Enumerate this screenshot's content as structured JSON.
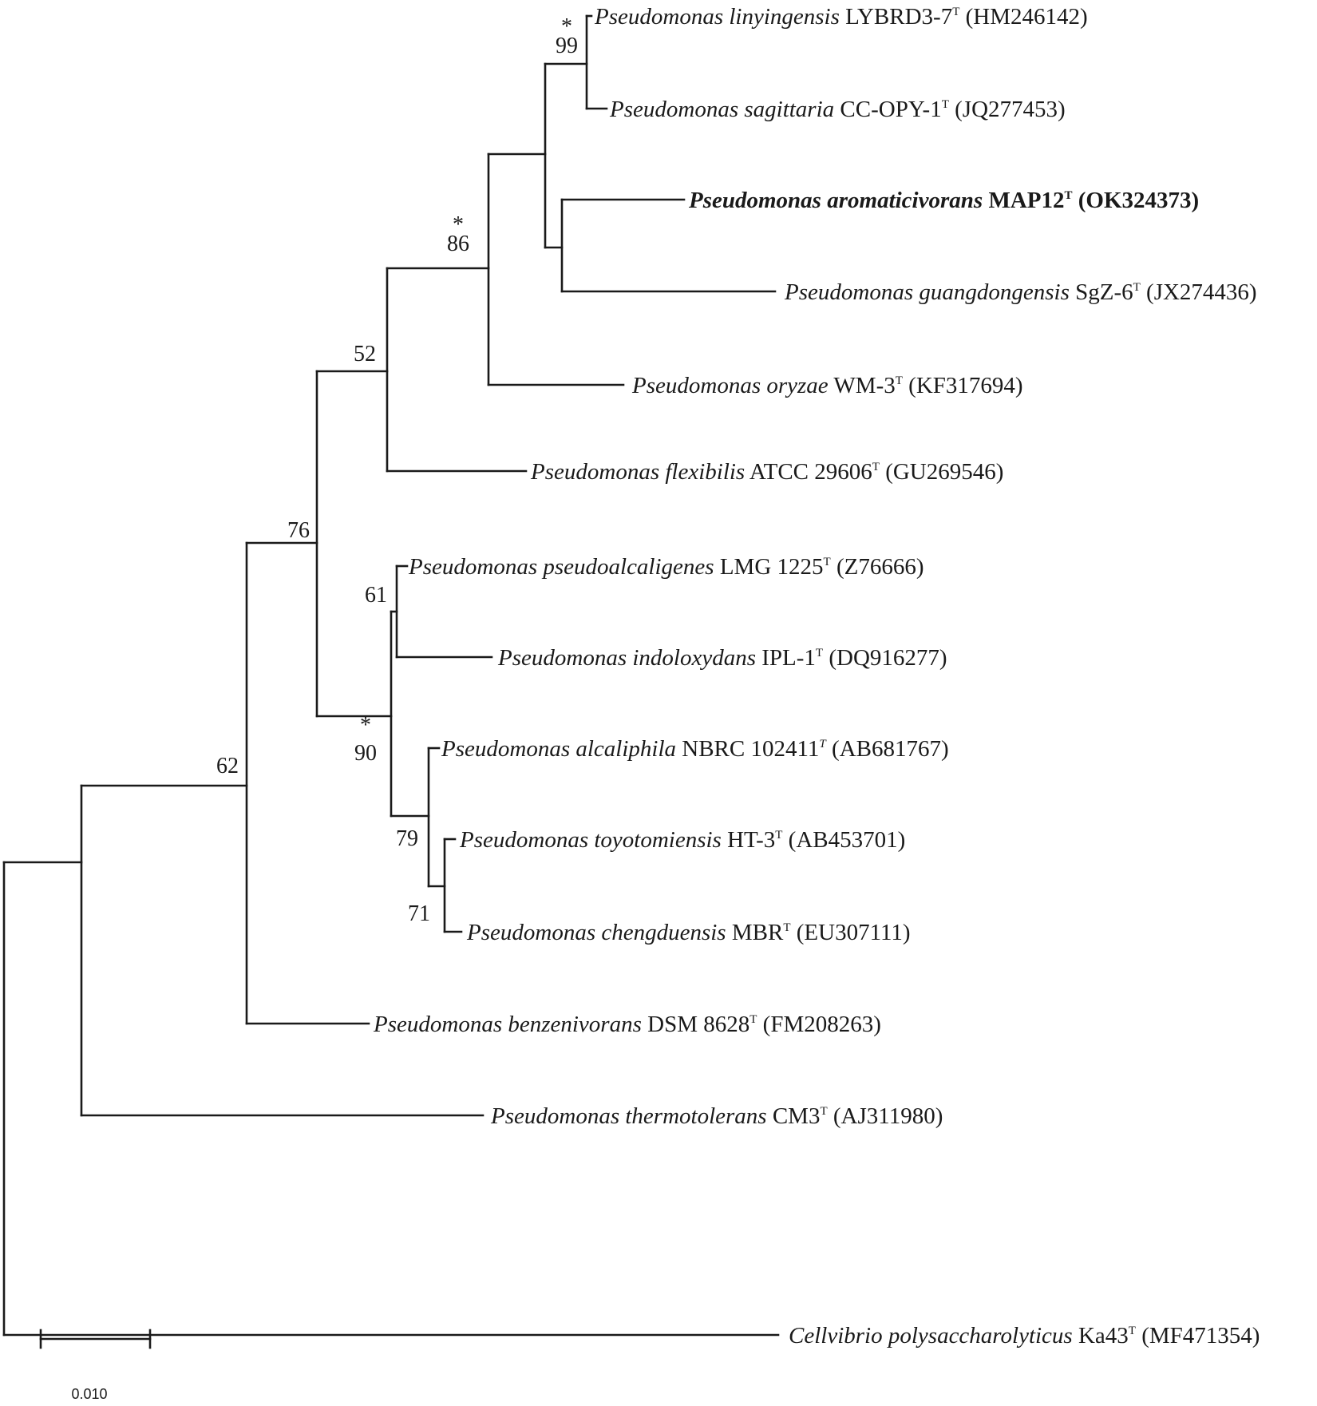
{
  "taxa": [
    {
      "genus": "Pseudomonas linyingensis",
      "strain": "LYBRD3-7",
      "sup": "T",
      "accession": "(HM246142)",
      "bold": false
    },
    {
      "genus": "Pseudomonas sagittaria",
      "strain": "CC-OPY-1",
      "sup": "T",
      "accession": "(JQ277453)",
      "bold": false
    },
    {
      "genus": "Pseudomonas aromaticivorans",
      "strain": "MAP12",
      "sup": "T",
      "accession": "(OK324373)",
      "bold": true
    },
    {
      "genus": "Pseudomonas guangdongensis",
      "strain": "SgZ-6",
      "sup": "T",
      "accession": "(JX274436)",
      "bold": false
    },
    {
      "genus": "Pseudomonas oryzae",
      "strain": "WM-3",
      "sup": "T",
      "accession": "(KF317694)",
      "bold": false
    },
    {
      "genus": "Pseudomonas flexibilis",
      "strain": "ATCC 29606",
      "sup": "T",
      "accession": "(GU269546)",
      "bold": false
    },
    {
      "genus": "Pseudomonas pseudoalcaligenes",
      "strain": "LMG 1225",
      "sup": "T",
      "accession": "(Z76666)",
      "bold": false
    },
    {
      "genus": "Pseudomonas indoloxydans",
      "strain": "IPL-1",
      "sup": "T",
      "accession": "(DQ916277)",
      "bold": false
    },
    {
      "genus": "Pseudomonas alcaliphila",
      "strain": "NBRC 102411",
      "sup": "T",
      "accession": "(AB681767)",
      "bold": false
    },
    {
      "genus": "Pseudomonas toyotomiensis",
      "strain": "HT-3",
      "sup": "T",
      "accession": "(AB453701)",
      "bold": false
    },
    {
      "genus": "Pseudomonas chengduensis",
      "strain": "MBR",
      "sup": "T",
      "accession": "(EU307111)",
      "bold": false
    },
    {
      "genus": "Pseudomonas benzenivorans",
      "strain": "DSM 8628",
      "sup": "T",
      "accession": "(FM208263)",
      "bold": false
    },
    {
      "genus": "Pseudomonas thermotolerans",
      "strain": "CM3",
      "sup": "T",
      "accession": "(AJ311980)",
      "bold": false
    },
    {
      "genus": "Cellvibrio polysaccharolyticus",
      "strain": "Ka43",
      "sup": "T",
      "accession": "(MF471354)",
      "bold": false
    }
  ],
  "bootstrap": [
    {
      "value": "99",
      "star": "*"
    },
    {
      "value": "86",
      "star": "*"
    },
    {
      "value": "52",
      "star": ""
    },
    {
      "value": "76",
      "star": ""
    },
    {
      "value": "61",
      "star": ""
    },
    {
      "value": "90",
      "star": "*"
    },
    {
      "value": "79",
      "star": ""
    },
    {
      "value": "71",
      "star": ""
    },
    {
      "value": "62",
      "star": ""
    }
  ],
  "scale_bar": {
    "label": "0.010",
    "length": 0.01
  }
}
